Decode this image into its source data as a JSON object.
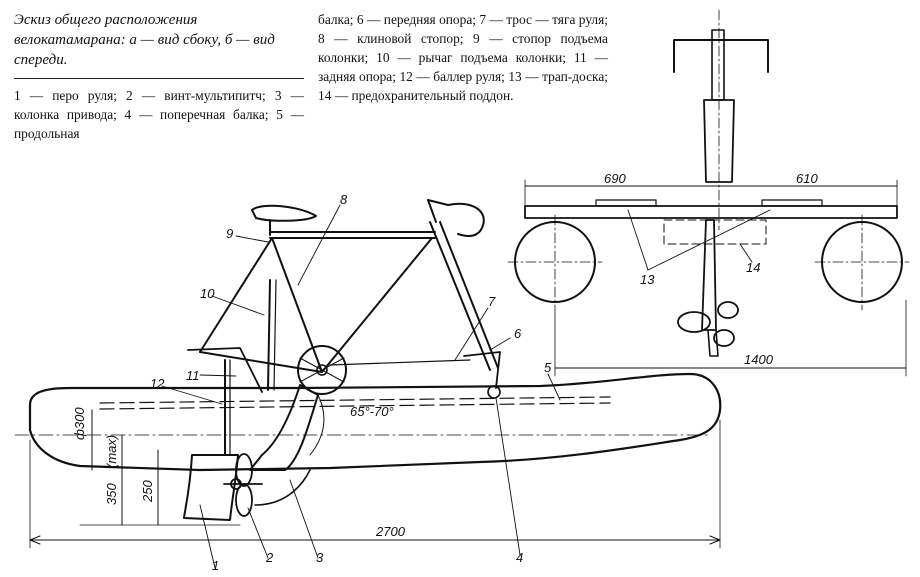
{
  "caption": {
    "title": "Эскиз общего расположения велокатамарана: а — вид сбоку, б — вид спереди."
  },
  "legend": {
    "part1": "1 — перо руля; 2 — винт-мультипитч; 3 — колонка привода; 4 — поперечная балка; 5 — продольная",
    "part2": "балка; 6 — передняя опора; 7 — трос — тяга руля; 8 — клиновой стопор; 9 — стопор подъема колонки; 10 — рычаг подъема колонки; 11 — задняя опора; 12 — баллер руля; 13 — трап-доска; 14 — предохранительный поддон."
  },
  "side_view": {
    "dim_length": "2700",
    "dim_diameter": "ф300",
    "dim_max": "(max)",
    "dim_350": "350",
    "dim_250": "250",
    "angle": "65°-70°",
    "labels": {
      "l1": "1",
      "l2": "2",
      "l3": "3",
      "l4": "4",
      "l5": "5",
      "l6": "6",
      "l7": "7",
      "l8": "8",
      "l9": "9",
      "l10": "10",
      "l11": "11",
      "l12": "12"
    }
  },
  "front_view": {
    "dim_690": "690",
    "dim_610": "610",
    "dim_1400": "1400",
    "labels": {
      "l13": "13",
      "l14": "14"
    }
  }
}
